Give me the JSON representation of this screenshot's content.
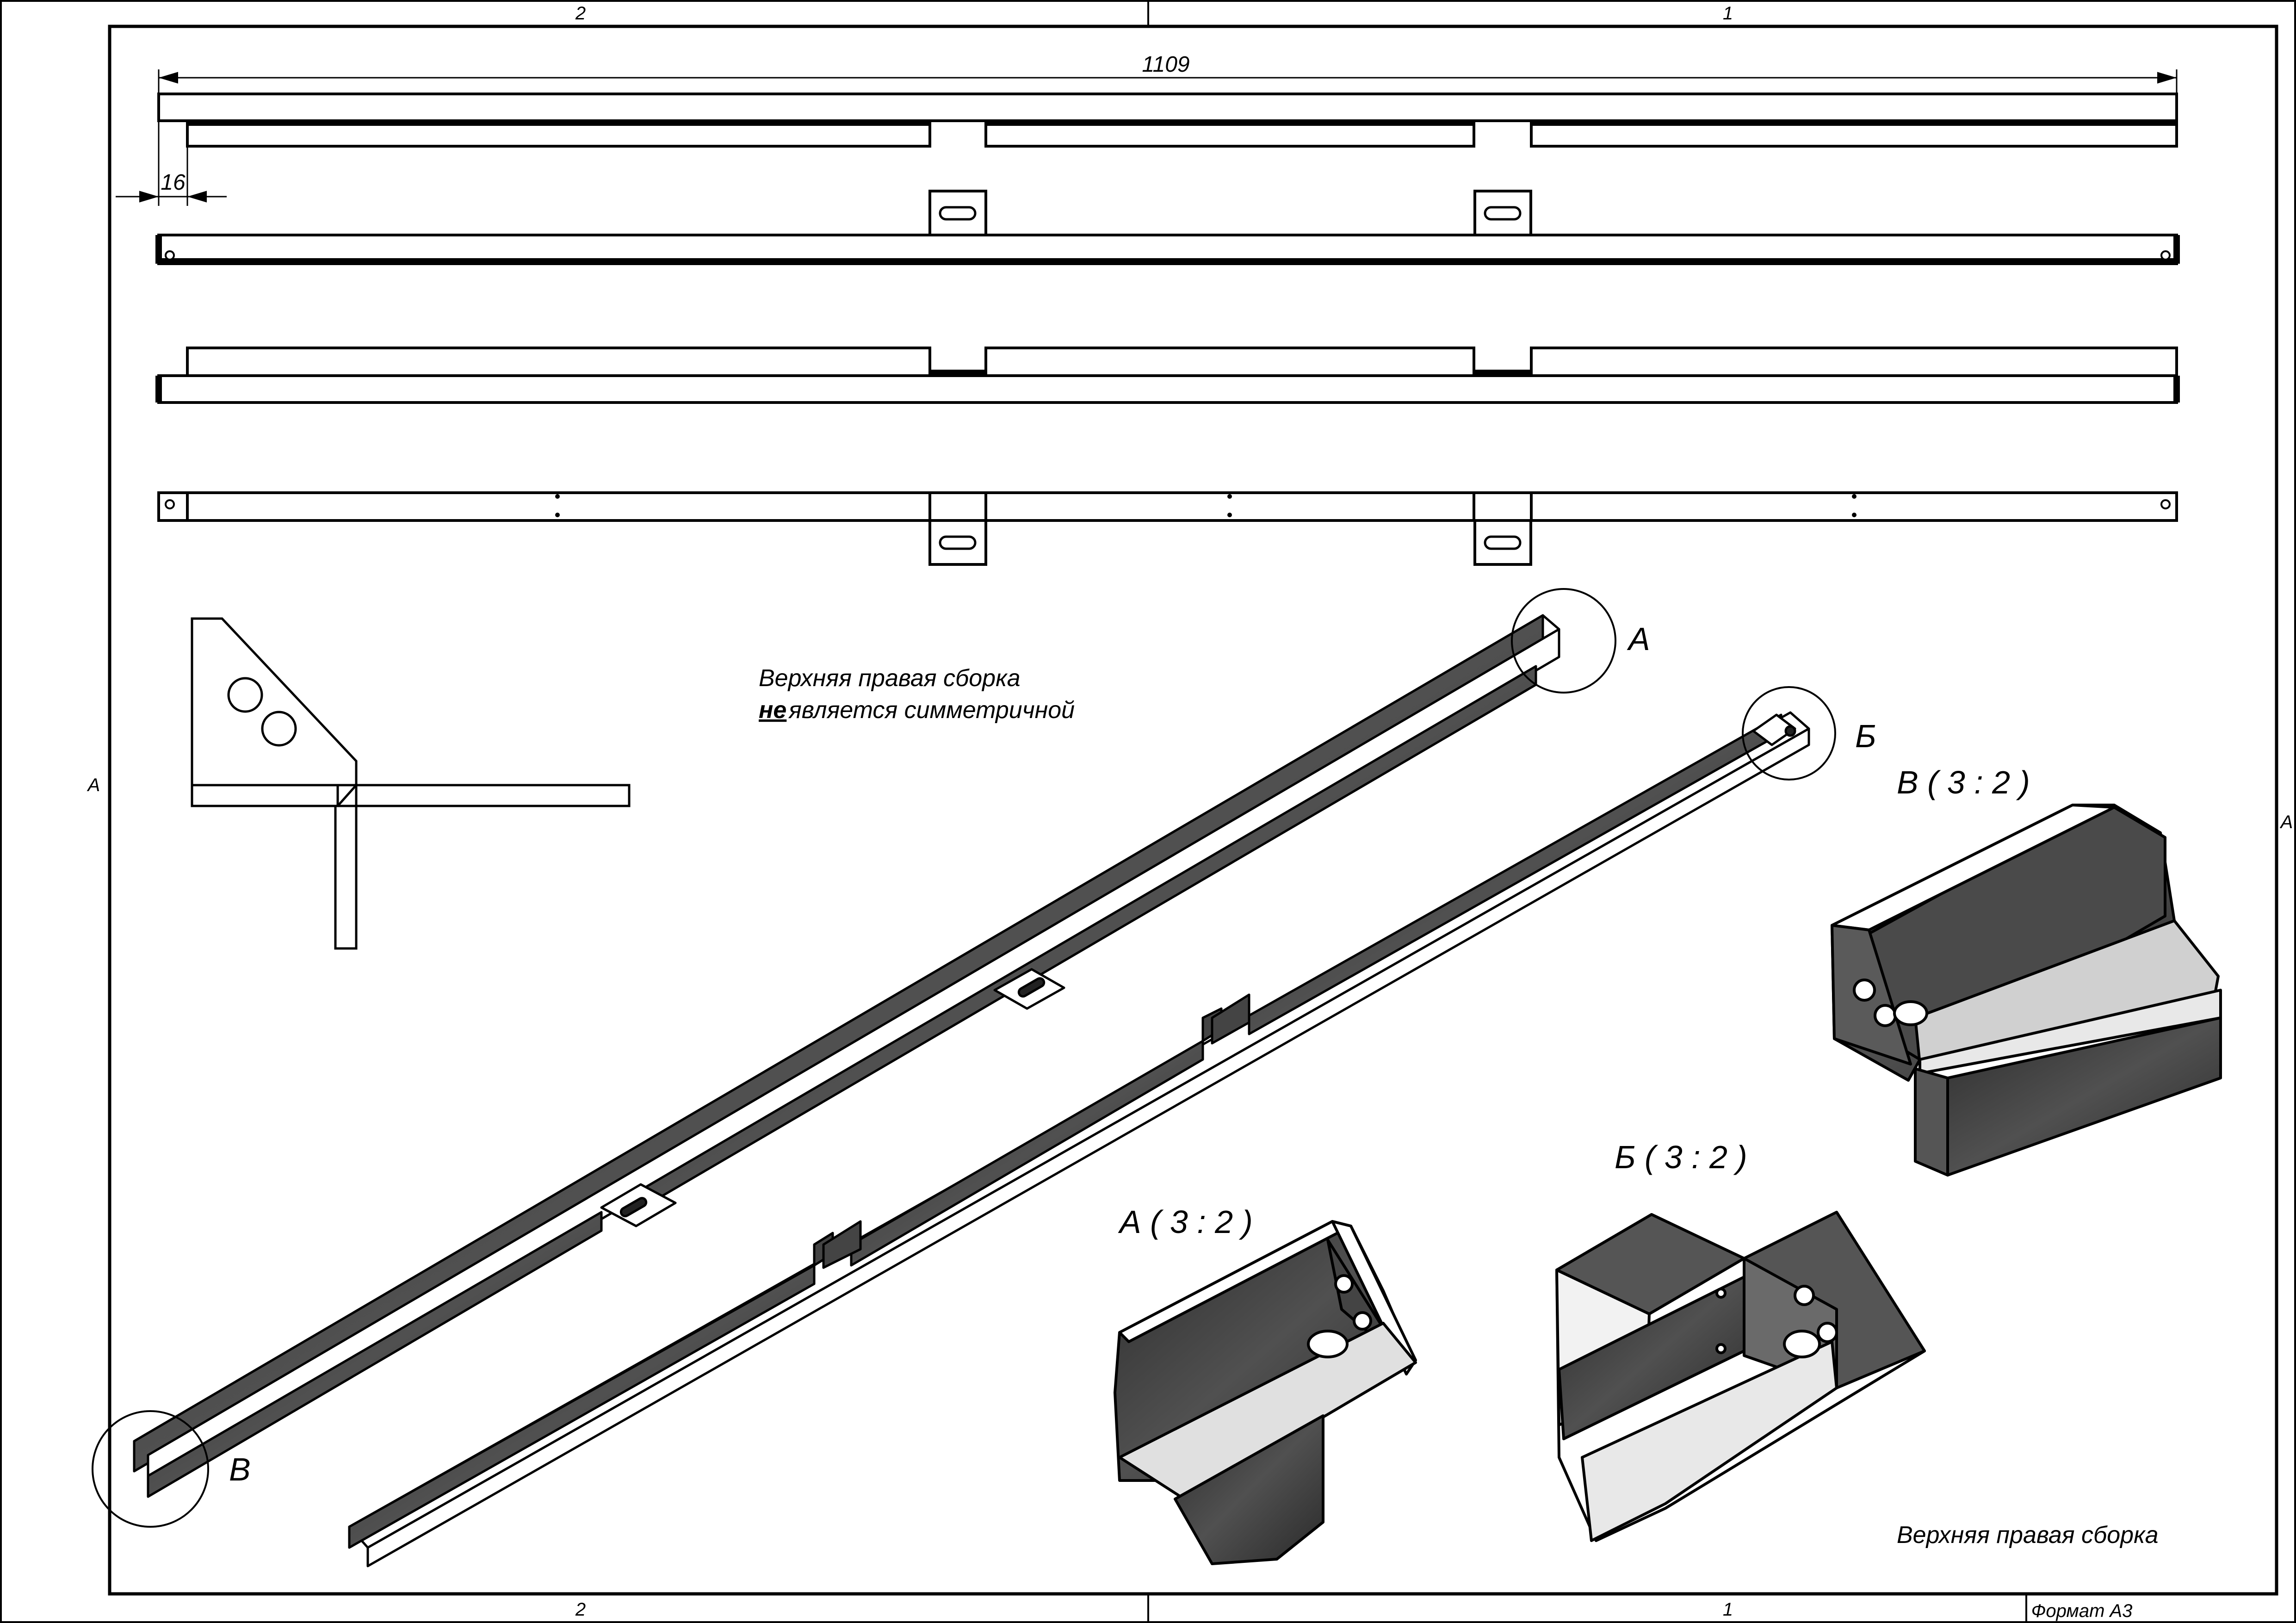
{
  "frame": {
    "zone_top_left": "2",
    "zone_top_right": "1",
    "zone_bottom_left": "2",
    "zone_bottom_right": "1",
    "zone_side_left": "A",
    "zone_side_right": "A",
    "format": "Формат А3"
  },
  "dimensions": {
    "overall_length": "1109",
    "offset": "16"
  },
  "note": {
    "line1": "Верхняя правая сборка",
    "emphasis": "не",
    "line2_rest": " является симметричной"
  },
  "callouts": {
    "a": "А",
    "b": "Б",
    "v": "В"
  },
  "details": {
    "a_title": "А ( 3 : 2 )",
    "b_title": "Б ( 3 : 2 )",
    "v_title": "В ( 3 : 2 )"
  },
  "caption": "Верхняя правая сборка",
  "colors": {
    "line": "#000000",
    "metal_dark": "#3a3a3a",
    "metal_light": "#d9d9d9",
    "paper": "#ffffff"
  }
}
